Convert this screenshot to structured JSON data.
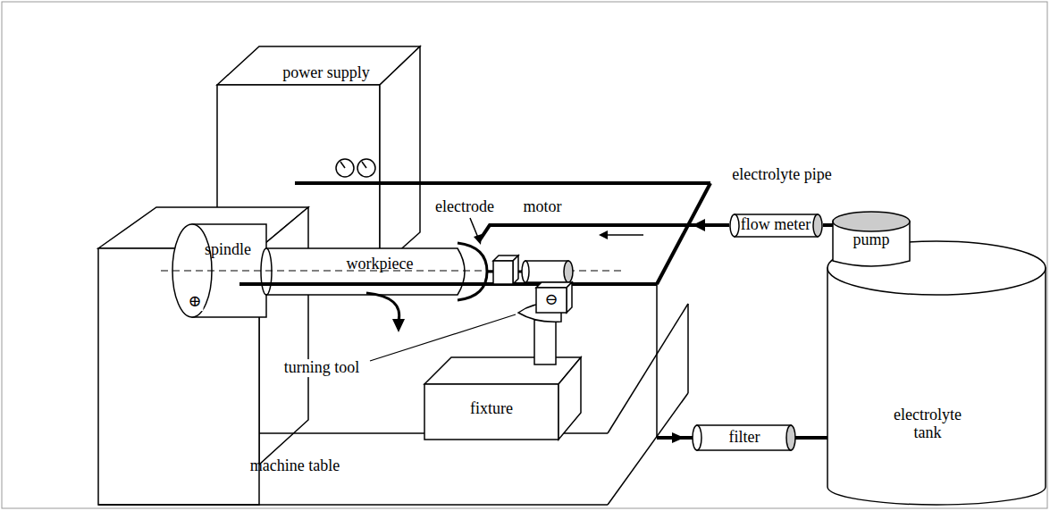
{
  "diagram": {
    "nodes": [
      {
        "text": [
          "power supply"
        ]
      },
      {
        "text": [
          "spindle"
        ]
      },
      {
        "text": [
          "workpiece"
        ]
      },
      {
        "text": [
          "fixture"
        ]
      },
      {
        "text": [
          "flow meter"
        ]
      },
      {
        "text": [
          "pump"
        ]
      },
      {
        "text": [
          "electrolyte tank"
        ]
      },
      {
        "text": [
          "filter"
        ]
      },
      {
        "text": [
          "machine table"
        ]
      }
    ],
    "edges": [
      {
        "from": 5,
        "to": 4,
        "arrow": "none"
      },
      {
        "from": 7,
        "to": 6,
        "arrow": "none"
      }
    ],
    "labels": [
      "electrode",
      "motor",
      "electrolyte pipe",
      "turning tool",
      "⊕",
      "⊖"
    ]
  }
}
